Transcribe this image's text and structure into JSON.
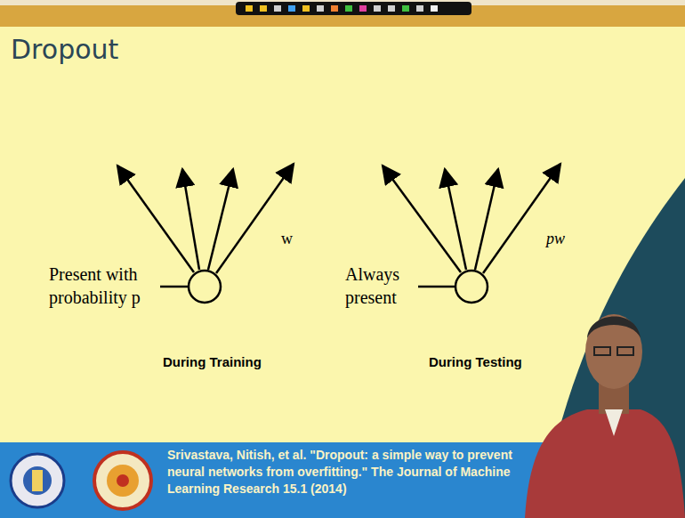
{
  "diagram": {
    "title": "Dropout",
    "caption": "Srivastava, Nitish, et al. \"Dropout: a simple way to prevent neural networks from overfitting.\" The Journal of Machine Learning Research 15.1 (2014)",
    "labels": [
      "Present with probability p",
      "w",
      "During Training",
      "Always present",
      "pw",
      "During Testing"
    ]
  }
}
